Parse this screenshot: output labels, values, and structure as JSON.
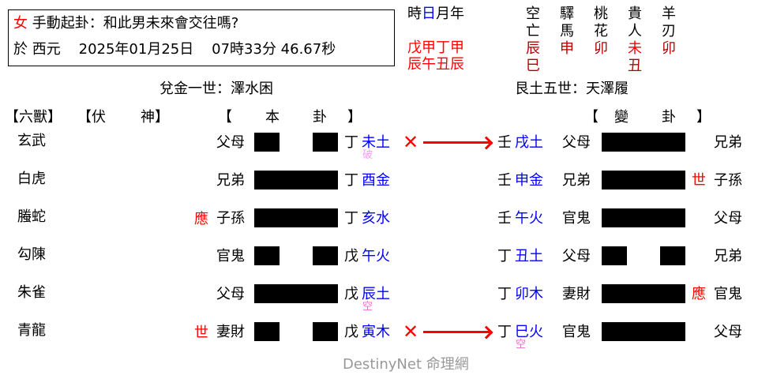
{
  "header": {
    "gender": "女",
    "method": "手動起卦",
    "question_sep": "：",
    "question": "和此男未來會交往嗎?",
    "date_prefix": "於 西元",
    "date": "2025年01月25日",
    "time": "07時33分 46.67秒"
  },
  "pillars": {
    "labels": [
      "時",
      "日",
      "月",
      "年"
    ],
    "highlight_index": 1,
    "stems": [
      "戊",
      "甲",
      "丁",
      "甲"
    ],
    "branches": [
      "辰",
      "午",
      "丑",
      "辰"
    ]
  },
  "shensha": {
    "columns": [
      {
        "title1": "空",
        "title2": "亡",
        "values": [
          "辰",
          "巳"
        ]
      },
      {
        "title1": "驛",
        "title2": "馬",
        "values": [
          "申"
        ]
      },
      {
        "title1": "桃",
        "title2": "花",
        "values": [
          "卯"
        ]
      },
      {
        "title1": "貴",
        "title2": "人",
        "values": [
          "未",
          "丑"
        ]
      },
      {
        "title1": "羊",
        "title2": "刃",
        "values": [
          "卯"
        ]
      }
    ]
  },
  "main_hexagram": {
    "title": "兌金一世：澤水困"
  },
  "changed_hexagram": {
    "title": "艮土五世：天澤履"
  },
  "column_headers": {
    "six_beasts": "【六獸】",
    "hidden_spirit_open": "【伏",
    "hidden_spirit_close": "神】",
    "main_open": "【",
    "main_1": "本",
    "main_2": "卦",
    "main_close": "】",
    "changed_open": "【",
    "changed_1": "變",
    "changed_2": "卦",
    "changed_close": "】"
  },
  "lines": [
    {
      "beast": "玄武",
      "marker": "",
      "relative": "父母",
      "type": "yin",
      "stem": "丁",
      "branch_element": "未土",
      "note": "破",
      "moving": true,
      "c_stem": "壬",
      "c_branch_element": "戌土",
      "c_note": "",
      "c_relative": "父母",
      "c_type": "yang",
      "c_marker": "",
      "c_right_relative": "兄弟"
    },
    {
      "beast": "白虎",
      "marker": "",
      "relative": "兄弟",
      "type": "yang",
      "stem": "丁",
      "branch_element": "酉金",
      "note": "",
      "moving": false,
      "c_stem": "壬",
      "c_branch_element": "申金",
      "c_note": "",
      "c_relative": "兄弟",
      "c_type": "yang",
      "c_marker": "世",
      "c_right_relative": "子孫"
    },
    {
      "beast": "螣蛇",
      "marker": "應",
      "relative": "子孫",
      "type": "yang",
      "stem": "丁",
      "branch_element": "亥水",
      "note": "",
      "moving": false,
      "c_stem": "壬",
      "c_branch_element": "午火",
      "c_note": "",
      "c_relative": "官鬼",
      "c_type": "yang",
      "c_marker": "",
      "c_right_relative": "父母"
    },
    {
      "beast": "勾陳",
      "marker": "",
      "relative": "官鬼",
      "type": "yin",
      "stem": "戊",
      "branch_element": "午火",
      "note": "",
      "moving": false,
      "c_stem": "丁",
      "c_branch_element": "丑土",
      "c_note": "",
      "c_relative": "父母",
      "c_type": "yin",
      "c_marker": "",
      "c_right_relative": "兄弟"
    },
    {
      "beast": "朱雀",
      "marker": "",
      "relative": "父母",
      "type": "yang",
      "stem": "戊",
      "branch_element": "辰土",
      "note": "空",
      "moving": false,
      "c_stem": "丁",
      "c_branch_element": "卯木",
      "c_note": "",
      "c_relative": "妻財",
      "c_type": "yang",
      "c_marker": "應",
      "c_right_relative": "官鬼"
    },
    {
      "beast": "青龍",
      "marker": "世",
      "relative": "妻財",
      "type": "yin",
      "stem": "戊",
      "branch_element": "寅木",
      "note": "",
      "moving": true,
      "c_stem": "丁",
      "c_branch_element": "巳火",
      "c_note": "空",
      "c_relative": "官鬼",
      "c_type": "yang",
      "c_marker": "",
      "c_right_relative": "父母"
    }
  ],
  "moving_mark": "✕",
  "footer": {
    "brand": "DestinyNet 命理網"
  },
  "colors": {
    "red": "#ff0000",
    "dark_red": "#b00000",
    "blue": "#0000ff",
    "pink_void": "#ff66cc",
    "pink_broken": "#ff99ff",
    "gray": "#999999"
  }
}
